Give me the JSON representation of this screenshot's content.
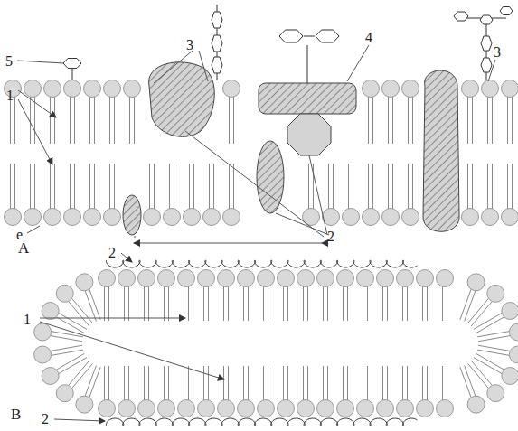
{
  "diagram": {
    "labels": [
      "5",
      "3",
      "4",
      "3",
      "1",
      "2",
      "e",
      "A",
      "1",
      "2",
      "2",
      "B"
    ]
  }
}
